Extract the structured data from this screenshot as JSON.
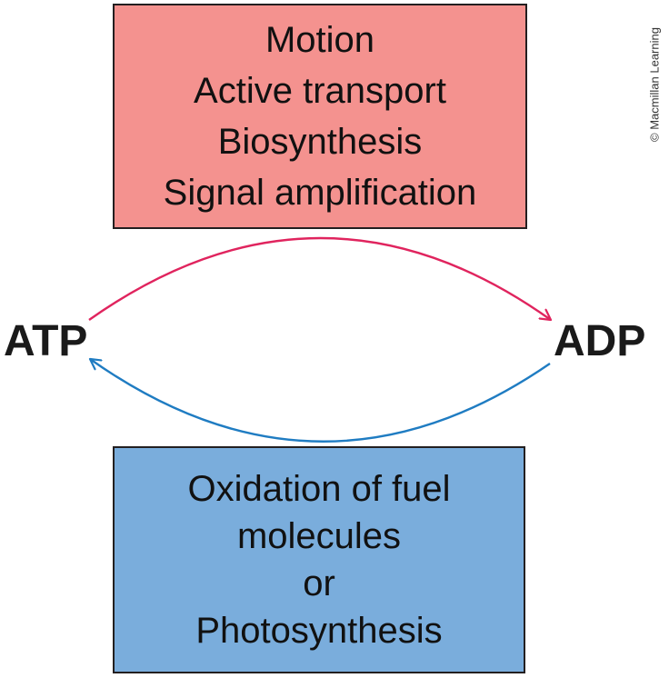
{
  "top_box": {
    "lines": [
      "Motion",
      "Active transport",
      "Biosynthesis",
      "Signal amplification"
    ],
    "fill": "#f4928f"
  },
  "bottom_box": {
    "lines": [
      "Oxidation of fuel",
      "molecules",
      "or",
      "Photosynthesis"
    ],
    "fill": "#7aaddc"
  },
  "nodes": {
    "left": "ATP",
    "right": "ADP"
  },
  "arrows": {
    "top_color": "#e0245e",
    "bottom_color": "#1f7cc2"
  },
  "credit": "© Macmillan Learning"
}
